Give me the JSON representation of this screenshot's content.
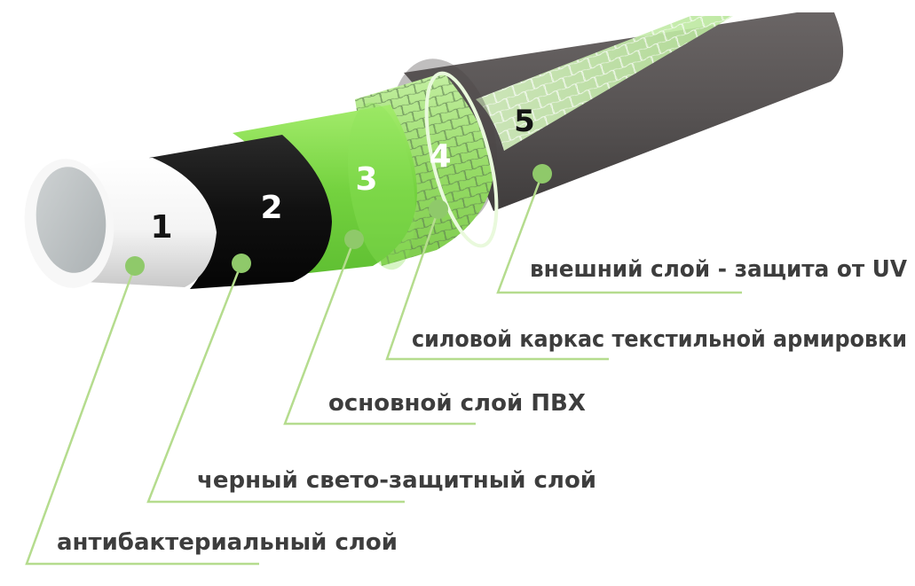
{
  "colors": {
    "leader_line": "#b5dc8e",
    "leader_dot": "#8fc96a",
    "label_text": "#3d3d3d",
    "layer1_white": "#f2f2f2",
    "layer2_black": "#141414",
    "layer3_green": "#7cd44a",
    "layer4_mesh": "#a8e07e",
    "layer5_gray": "#5b5757"
  },
  "layers": [
    {
      "number": "1",
      "label": "антибактериальный слой"
    },
    {
      "number": "2",
      "label": "черный свето-защитный слой"
    },
    {
      "number": "3",
      "label": "основной слой ПВХ"
    },
    {
      "number": "4",
      "label": "силовой каркас текстильной армировки"
    },
    {
      "number": "5",
      "label": "внешний слой - защита от UV"
    }
  ]
}
